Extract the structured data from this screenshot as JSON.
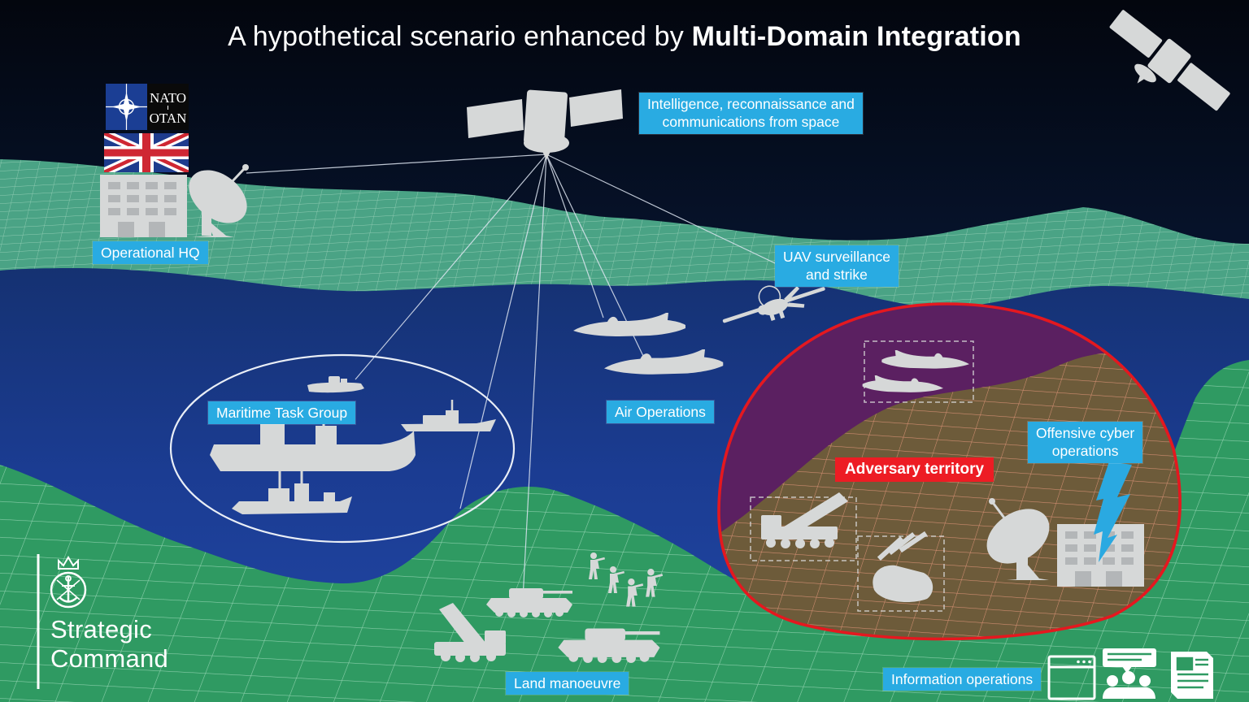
{
  "title": {
    "prefix": "A hypothetical scenario enhanced by ",
    "bold": "Multi-Domain Integration"
  },
  "labels": {
    "space_line1": "Intelligence, reconnaissance and",
    "space_line2": "communications from space",
    "hq": "Operational HQ",
    "uav_line1": "UAV surveillance",
    "uav_line2": "and strike",
    "air": "Air Operations",
    "maritime": "Maritime Task Group",
    "adversary": "Adversary territory",
    "cyber_line1": "Offensive cyber",
    "cyber_line2": "operations",
    "land": "Land manoeuvre",
    "info": "Information operations"
  },
  "logos": {
    "nato_line1": "NATO",
    "nato_line2": "OTAN",
    "command_line1": "Strategic",
    "command_line2": "Command"
  },
  "icons": {
    "space": [
      "satellite-icon",
      "satellite-tilted-icon"
    ],
    "air": [
      "fighter-jet-icon",
      "uav-drone-icon"
    ],
    "maritime": [
      "aircraft-carrier-icon",
      "frigate-icon",
      "destroyer-icon",
      "patrol-ship-icon"
    ],
    "land": [
      "tank-icon",
      "mlrs-launcher-icon",
      "soldier-icon"
    ],
    "adversary": [
      "missile-launcher-icon",
      "sam-system-icon",
      "satellite-dish-icon",
      "building-icon",
      "enemy-jet-icon"
    ],
    "hq": [
      "building-icon",
      "satellite-dish-icon",
      "nato-flag",
      "uk-flag"
    ],
    "cyber": [
      "lightning-bolt-icon"
    ],
    "information": [
      "browser-window-icon",
      "social-media-icon",
      "newspaper-icon"
    ],
    "branding": [
      "mod-crest-icon"
    ]
  },
  "colors": {
    "label_cyan": "#29abe2",
    "alert_red": "#ed1c24",
    "boundary_red": "#e4181f",
    "terrain_green": "#2f9a62",
    "horizon_green": "#4aa385",
    "adversary_land": "#6d5b3a",
    "adversary_sea": "#5b2061",
    "sea_blue": "#1c3f9c",
    "sky_navy": "#0d2a5c",
    "silhouette_grey": "#d6d8d8",
    "cyber_blue": "#2aa9e1"
  }
}
